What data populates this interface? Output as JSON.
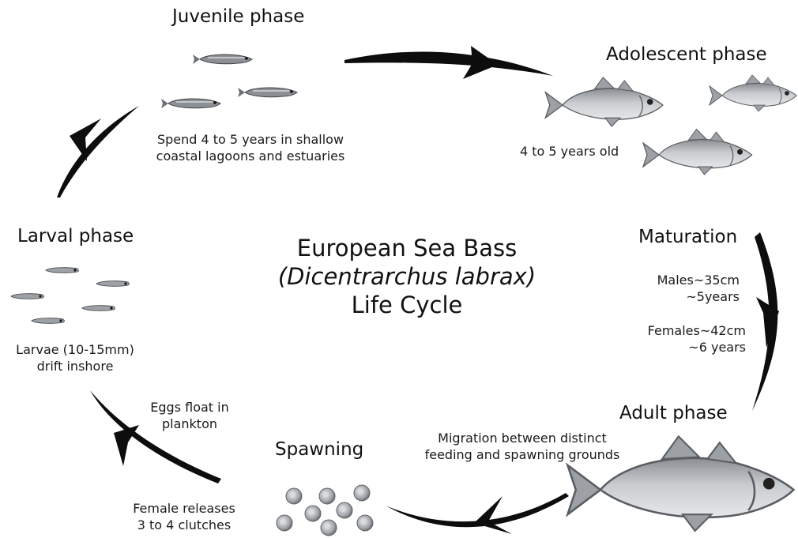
{
  "title": {
    "line1": "European Sea Bass",
    "line2": "(Dicentrarchus labrax)",
    "line3": "Life Cycle"
  },
  "phases": {
    "juvenile": {
      "name": "Juvenile phase",
      "desc_line1": "Spend 4 to 5 years in shallow",
      "desc_line2": "coastal lagoons and estuaries"
    },
    "adolescent": {
      "name": "Adolescent phase",
      "desc": "4 to 5 years old"
    },
    "maturation": {
      "name": "Maturation",
      "males_line1": "Males~35cm",
      "males_line2": "~5years",
      "females_line1": "Females~42cm",
      "females_line2": "~6 years"
    },
    "adult": {
      "name": "Adult phase",
      "desc_line1": "Migration between distinct",
      "desc_line2": "feeding and spawning grounds"
    },
    "spawning": {
      "name": "Spawning",
      "desc_line1": "Female releases",
      "desc_line2": "3 to 4 clutches"
    },
    "eggs": {
      "desc_line1": "Eggs float in",
      "desc_line2": "plankton"
    },
    "larval": {
      "name": "Larval phase",
      "desc_line1": "Larvae (10-15mm)",
      "desc_line2": "drift inshore"
    }
  },
  "colors": {
    "arrow": "#0d0d0d",
    "fish_body": "#b9bcc0",
    "fish_dark": "#6e7276",
    "egg": "#a9acb0"
  }
}
